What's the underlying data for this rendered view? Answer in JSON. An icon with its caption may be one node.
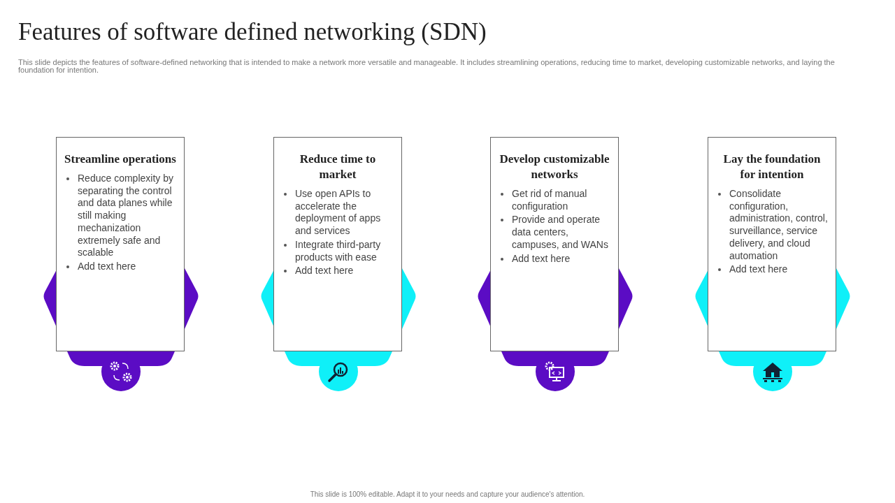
{
  "diagram": {
    "title": "Features of software defined networking (SDN)",
    "nodes": [
      {
        "text": [
          "Streamline operations",
          "Reduce complexity by separating the control and data planes while still making mechanization extremely safe and scalable",
          "Add text here"
        ]
      },
      {
        "text": [
          "Reduce time to market",
          "Use open APIs to accelerate the deployment of apps and services",
          "Integrate third-party products with ease",
          "Add text here"
        ]
      },
      {
        "text": [
          "Develop customizable networks",
          "Get rid of manual configuration",
          "Provide and operate data centers, campuses, and WANs",
          "Add text here"
        ]
      },
      {
        "text": [
          "Lay the foundation for intention",
          "Consolidate configuration, administration, control, surveillance, service delivery, and cloud automation",
          "Add text here"
        ]
      }
    ],
    "labels": [
      "This slide depicts the features of software-defined networking that is intended to make a network more versatile and manageable. It includes streamlining operations, reducing time to market, developing customizable networks, and laying the foundation for intention.",
      "This slide is 100% editable. Adapt it to your needs and capture your audience's attention."
    ]
  }
}
